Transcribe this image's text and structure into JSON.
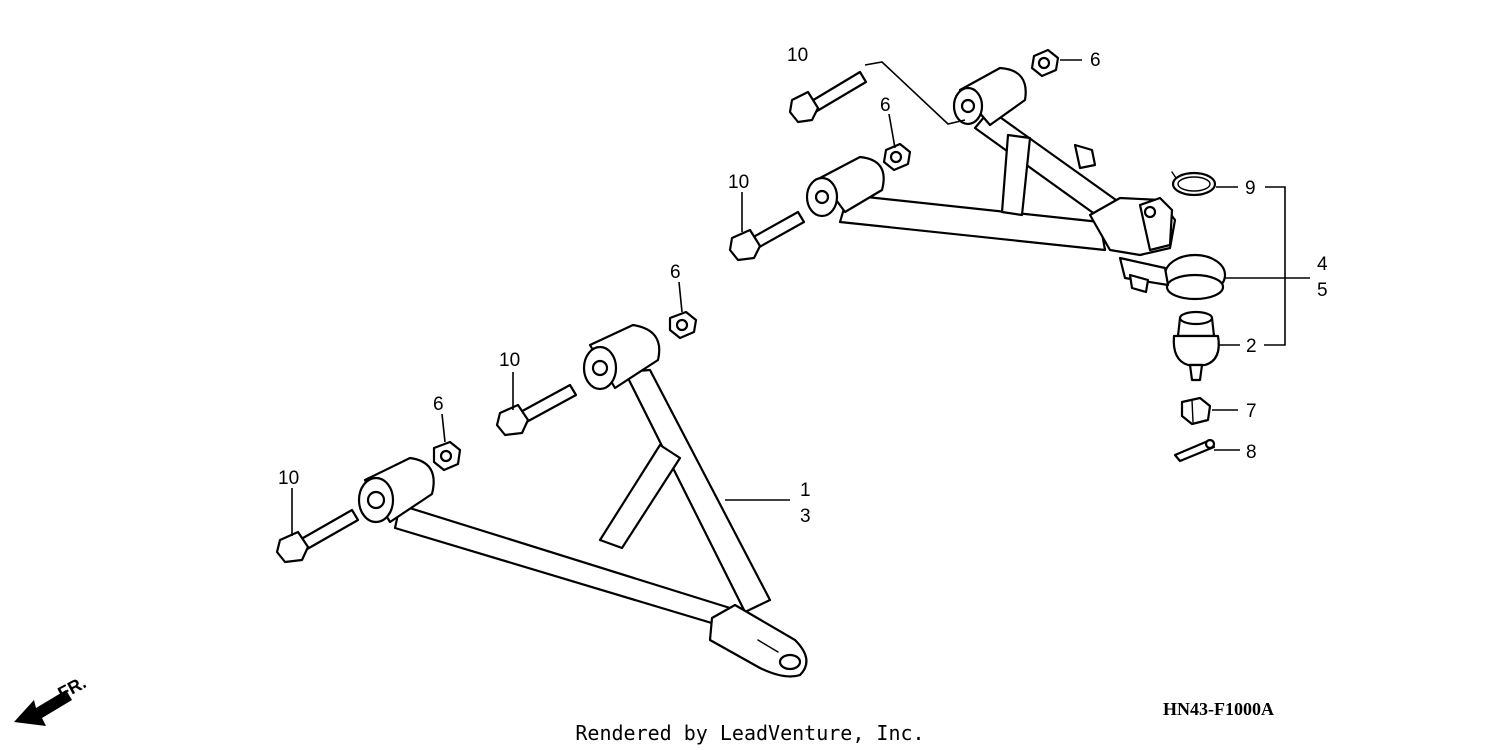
{
  "diagram": {
    "callouts": {
      "c10a": "10",
      "c6a": "6",
      "c6b": "6",
      "c10b": "10",
      "c9": "9",
      "c4": "4",
      "c5": "5",
      "c2": "2",
      "c6c": "6",
      "c10c": "10",
      "c6d": "6",
      "c10d": "10",
      "c1": "1",
      "c3": "3",
      "c7": "7",
      "c8": "8"
    },
    "diagram_code": "HN43-F1000A",
    "credit": "Rendered by LeadVenture, Inc.",
    "direction_label": "FR."
  }
}
